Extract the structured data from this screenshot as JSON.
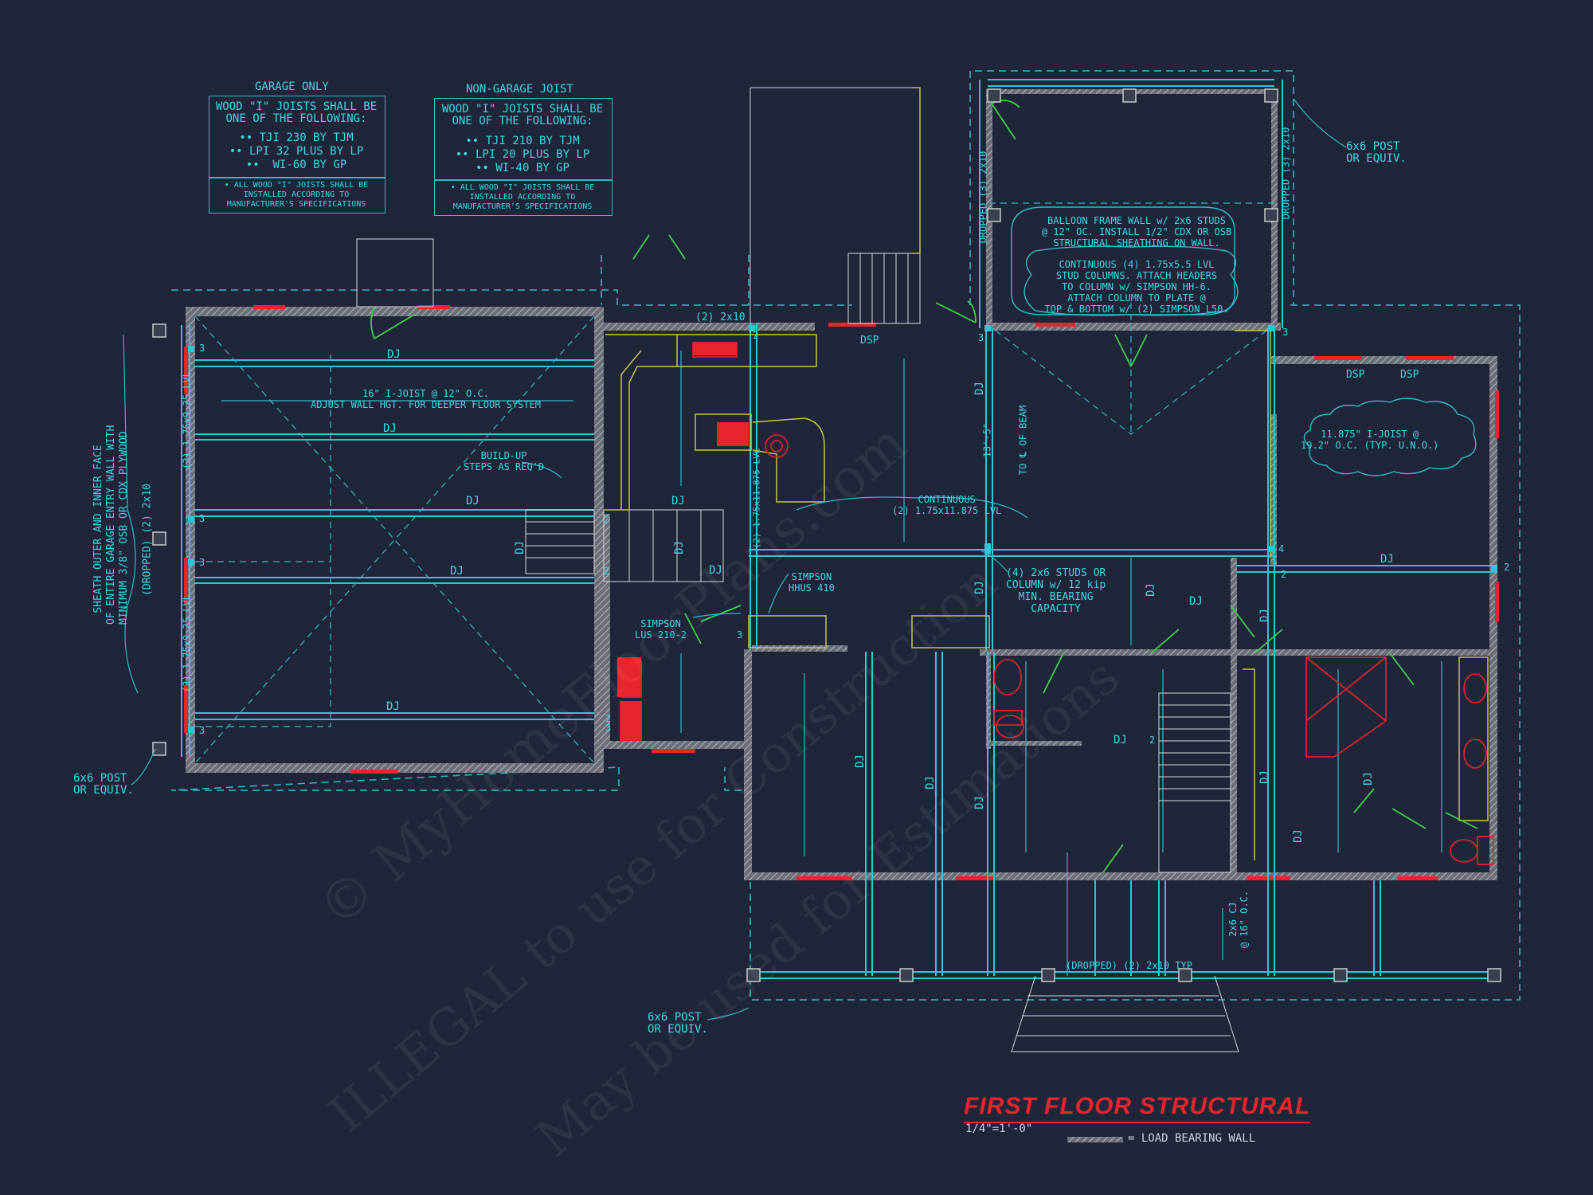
{
  "drawing_title": "FIRST FLOOR STRUCTURAL",
  "scale": "1/4\"=1'-0\"",
  "legend": {
    "label": "= LOAD BEARING WALL"
  },
  "watermark": {
    "line1": "© MyHomeFloorPlans.com",
    "line2": "ILLEGAL to use for Construction",
    "line3": "May be used for Estimations"
  },
  "joist_tables": [
    {
      "heading": "GARAGE ONLY",
      "intro": "WOOD \"I\" JOISTS SHALL BE\nONE OF THE FOLLOWING:",
      "options": [
        "•• TJI 230 BY TJM",
        "•• LPI 32 PLUS BY LP",
        "••  WI-60 BY GP"
      ],
      "footnote": "• ALL WOOD \"I\" JOISTS SHALL BE\nINSTALLED ACCORDING TO\nMANUFACTURER'S SPECIFICATIONS"
    },
    {
      "heading": "NON-GARAGE JOIST",
      "intro": "WOOD \"I\" JOISTS SHALL BE\nONE OF THE FOLLOWING:",
      "options": [
        "•• TJI 210 BY TJM",
        "•• LPI 20 PLUS BY LP",
        "•• WI-40 BY GP"
      ],
      "footnote": "• ALL WOOD \"I\" JOISTS SHALL BE\nINSTALLED ACCORDING TO\nMANUFACTURER'S SPECIFICATIONS"
    }
  ],
  "annotations": {
    "garage_joist": "16\" I-JOIST @ 12\" O.C.\nADJUST WALL HGT. FOR DEEPER FLOOR SYSTEM",
    "build_up_steps": "BUILD-UP\nSTEPS AS REQ'D",
    "sheath_note": "SHEATH OUTER AND INNER FACE\nOF ENTIRE GARAGE ENTRY WALL WITH\nMINIMUM 3/8\" OSB OR CDX PLYWOOD",
    "dropped_beam_left": "(DROPPED) (2) 2x10",
    "lvl_upper": "(3) 1.75x9.25 LVL",
    "lvl_lower": "(3) 1.75x9.25 LVL",
    "post_left": "6x6 POST\nOR EQUIV.",
    "post_top_right": "6x6 POST\nOR EQUIV.",
    "post_bottom": "6x6 POST\nOR EQUIV.",
    "header_2x10": "(2) 2x10",
    "dsp": "DSP",
    "balloon_note": "BALLOON FRAME WALL w/ 2x6 STUDS\n@ 12\" OC. INSTALL 1/2\" CDX OR OSB\nSTRUCTURAL SHEATHING ON WALL.",
    "stud_columns": "CONTINUOUS (4) 1.75x5.5 LVL\nSTUD COLUMNS. ATTACH HEADERS\nTO COLUMN w/ SIMPSON HH-6.\nATTACH COLUMN TO PLATE @\nTOP & BOTTOM w/ (2) SIMPSON L50.",
    "dropped_3_left": "DROPPED (3) 2x10",
    "dropped_3_right": "DROPPED (3) 2x10",
    "beam_dim": "13'-5\"",
    "to_beam": "TO ℄ OF BEAM",
    "continuous_lvl": "CONTINUOUS\n(2) 1.75x11.875 LVL",
    "lvl_vertical": "(2) 1.75x11.875 LVL",
    "simpson_hhus": "SIMPSON\nHHUS 410",
    "simpson_lus": "SIMPSON\nLUS 210-2",
    "studs_column": "(4) 2x6 STUDS OR\nCOLUMN w/ 12 kip\nMIN. BEARING\nCAPACITY",
    "ijoist_right": "11.875\" I-JOIST @\n19.2\" O.C. (TYP. U.N.O.)",
    "dsp_a": "DSP",
    "dsp_b": "DSP",
    "cj_note": "2x6 CJ\n@ 16\" O.C.",
    "dropped_typ": "(DROPPED) (2) 2x10 TYP",
    "dj": "DJ",
    "n2": "2",
    "n3": "3",
    "n4": "4"
  },
  "colors": {
    "background": "#202639",
    "cyan": "#2fc4d6",
    "wall": "#8a8a8a",
    "red": "#e8242c",
    "green": "#3ecf4a",
    "yellow": "#c9c24a"
  }
}
